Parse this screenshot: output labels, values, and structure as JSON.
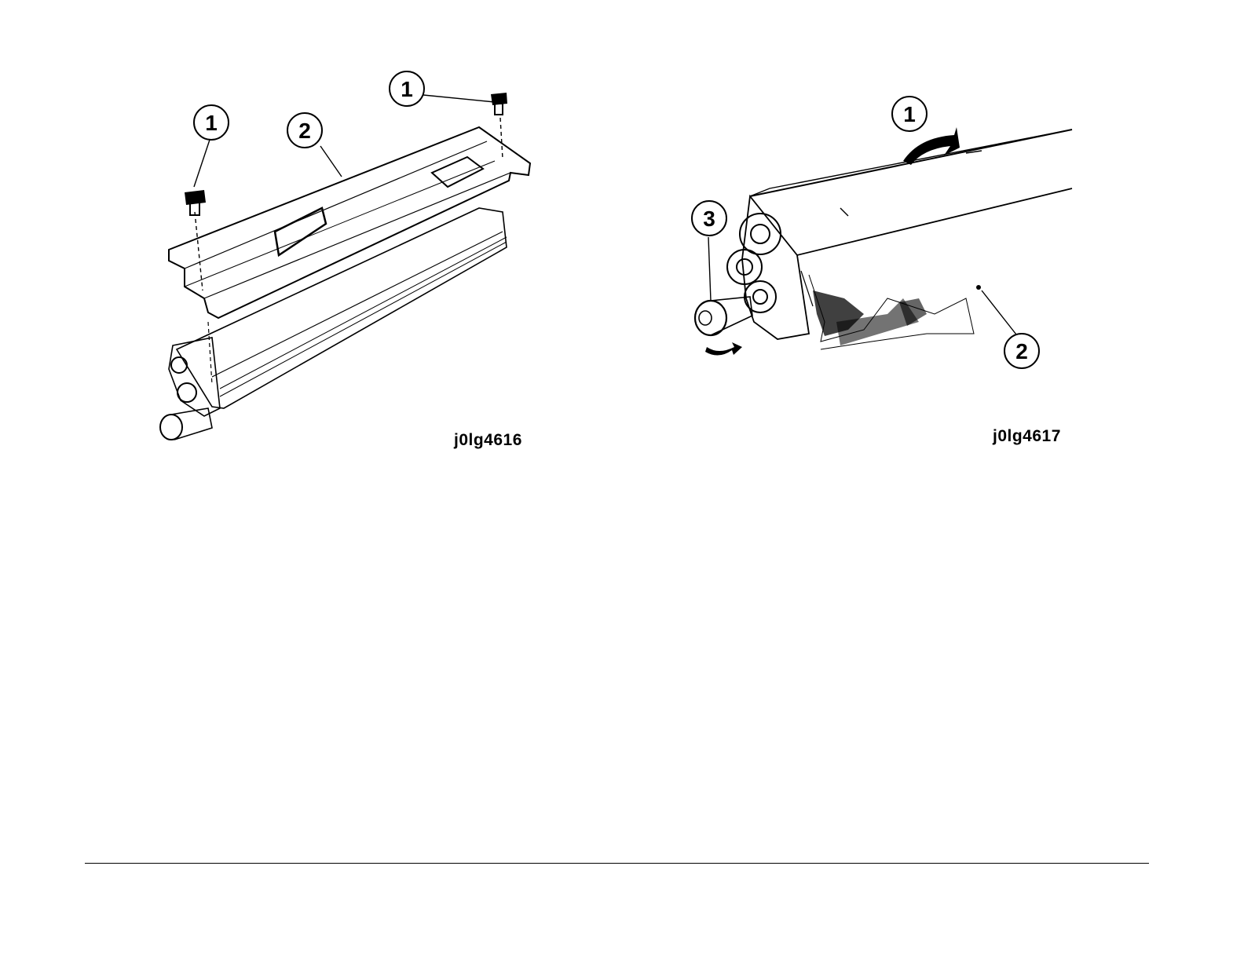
{
  "figures": [
    {
      "id_label": "j0lg4616",
      "callouts": [
        "1",
        "1",
        "2"
      ]
    },
    {
      "id_label": "j0lg4617",
      "callouts": [
        "1",
        "2",
        "3"
      ]
    }
  ],
  "colors": {
    "line": "#000000",
    "background": "#ffffff"
  }
}
